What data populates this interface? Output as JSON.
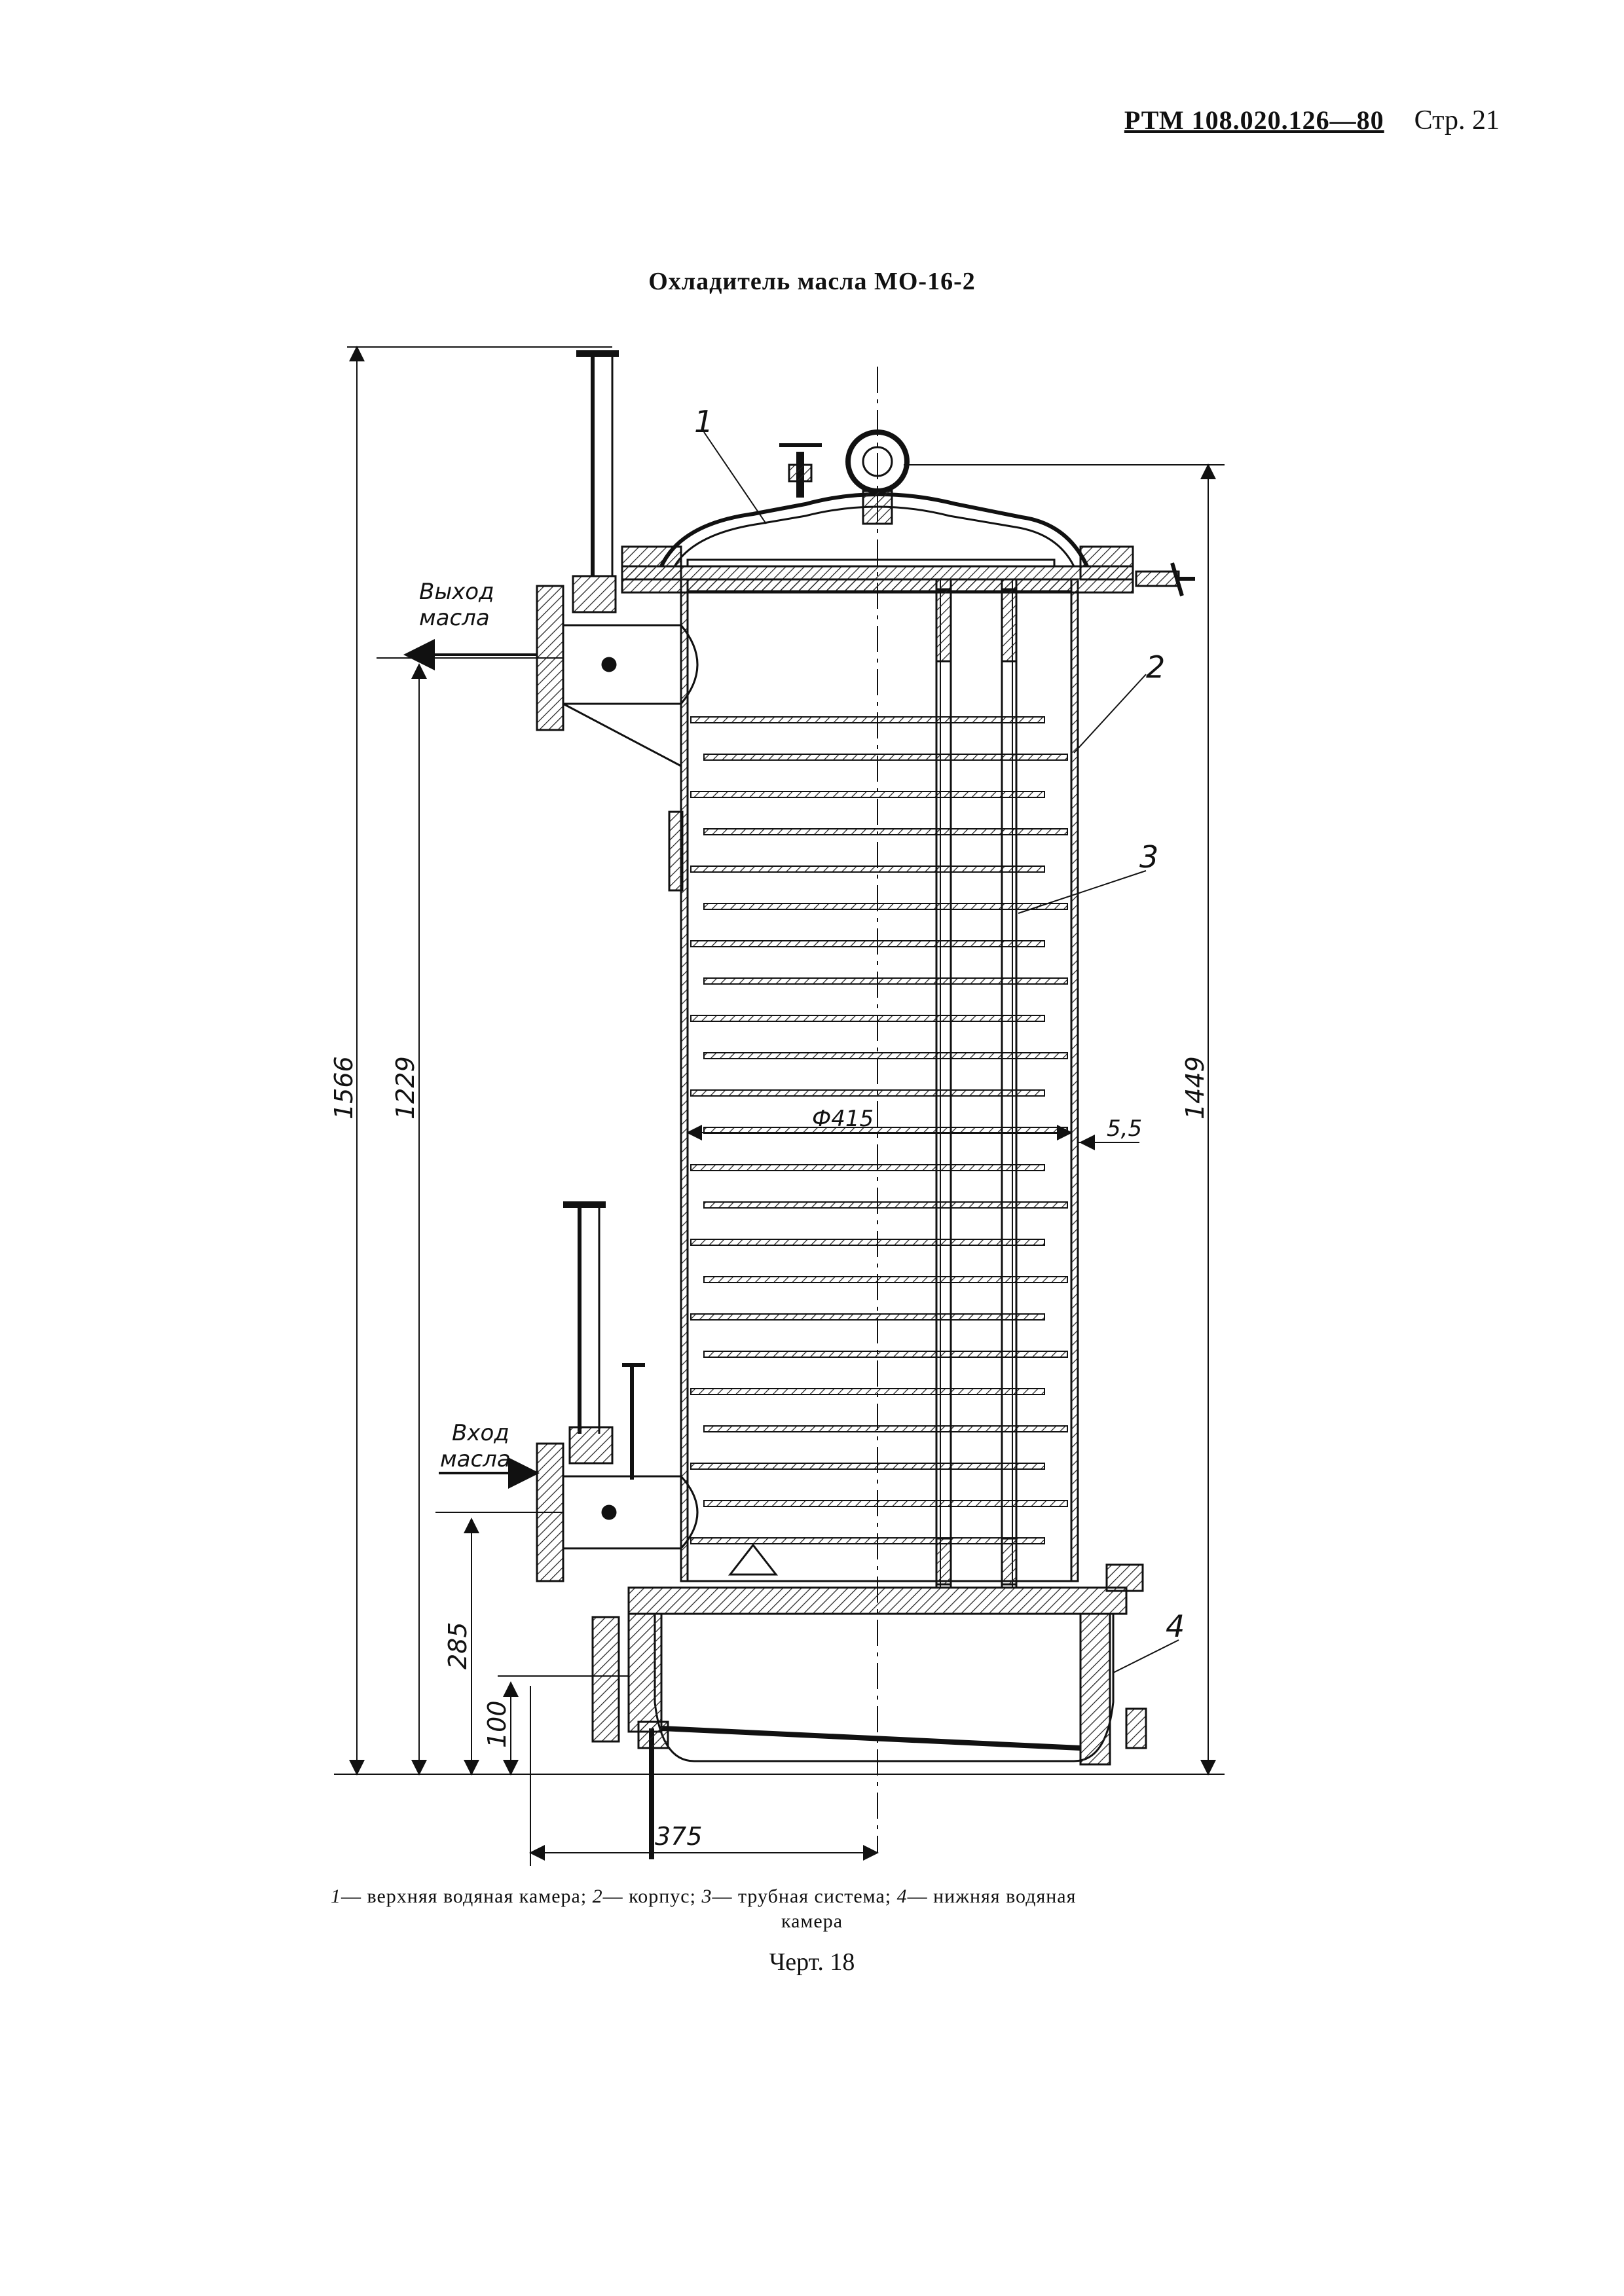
{
  "header": {
    "doc_id": "РТМ 108.020.126—80",
    "page": "Стр. 21"
  },
  "title": "Охладитель масла МО-16-2",
  "drawing": {
    "callouts": [
      "1",
      "2",
      "3",
      "4"
    ],
    "dimensions": {
      "total_height": "1566",
      "outlet_height": "1229",
      "body_height": "1449",
      "inlet_height": "285",
      "flange_height": "100",
      "offset": "375",
      "diameter": "Ф415",
      "wall": "5,5"
    },
    "outlet_label": [
      "Выход",
      "масла"
    ],
    "inlet_label": [
      "Вход",
      "масла"
    ]
  },
  "legend": {
    "n1": "1",
    "t1": "— верхняя водяная камера;",
    "n2": "2",
    "t2": "— корпус;",
    "n3": "3",
    "t3": "— трубная система;",
    "n4": "4",
    "t4": "— нижняя водяная",
    "cont": "камера"
  },
  "figure_label": "Черт. 18"
}
